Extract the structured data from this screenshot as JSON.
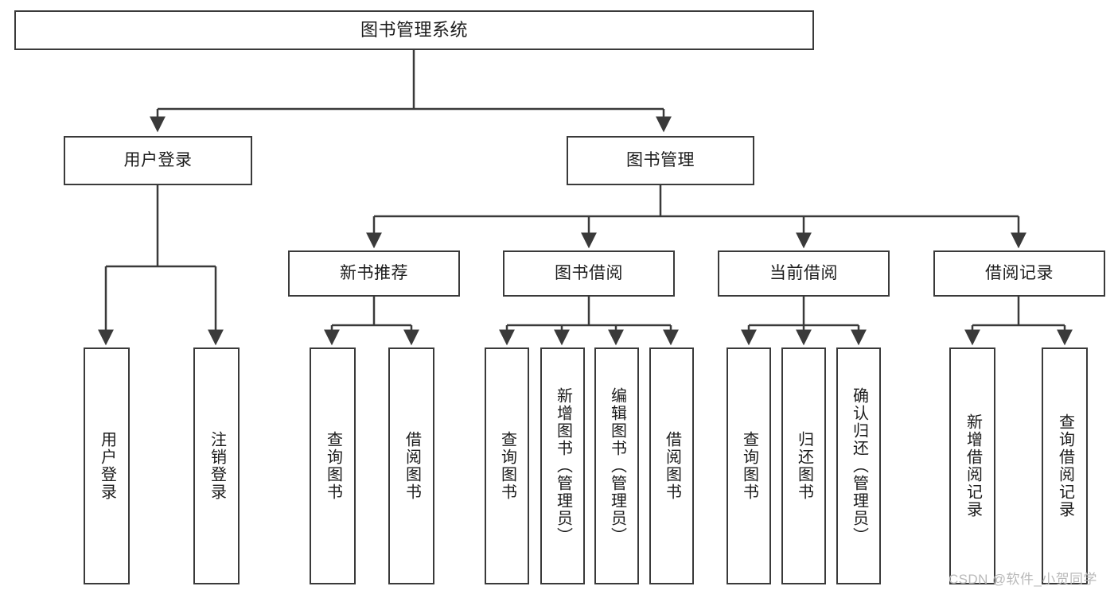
{
  "diagram": {
    "type": "tree",
    "title": "图书管理系统",
    "stroke_color": "#3a3a3a",
    "fill_color": "#ffffff",
    "text_color": "#1c1c1c"
  },
  "root": {
    "label": "图书管理系统"
  },
  "level1": [
    {
      "label": "用户登录"
    },
    {
      "label": "图书管理"
    }
  ],
  "level2": [
    {
      "label": "新书推荐"
    },
    {
      "label": "图书借阅"
    },
    {
      "label": "当前借阅"
    },
    {
      "label": "借阅记录"
    }
  ],
  "leaves": {
    "user_login": [
      {
        "label": "用户登录"
      },
      {
        "label": "注销登录"
      }
    ],
    "new_book": [
      {
        "label": "查询图书"
      },
      {
        "label": "借阅图书"
      }
    ],
    "book_borrow": [
      {
        "label": "查询图书"
      },
      {
        "label": "新增图书（管理员）"
      },
      {
        "label": "编辑图书（管理员）"
      },
      {
        "label": "借阅图书"
      }
    ],
    "current_borrow": [
      {
        "label": "查询图书"
      },
      {
        "label": "归还图书"
      },
      {
        "label": "确认归还（管理员）"
      }
    ],
    "borrow_record": [
      {
        "label": "新增借阅记录"
      },
      {
        "label": "查询借阅记录"
      }
    ]
  },
  "watermark": {
    "text": "CSDN @软件_小贺同学"
  }
}
